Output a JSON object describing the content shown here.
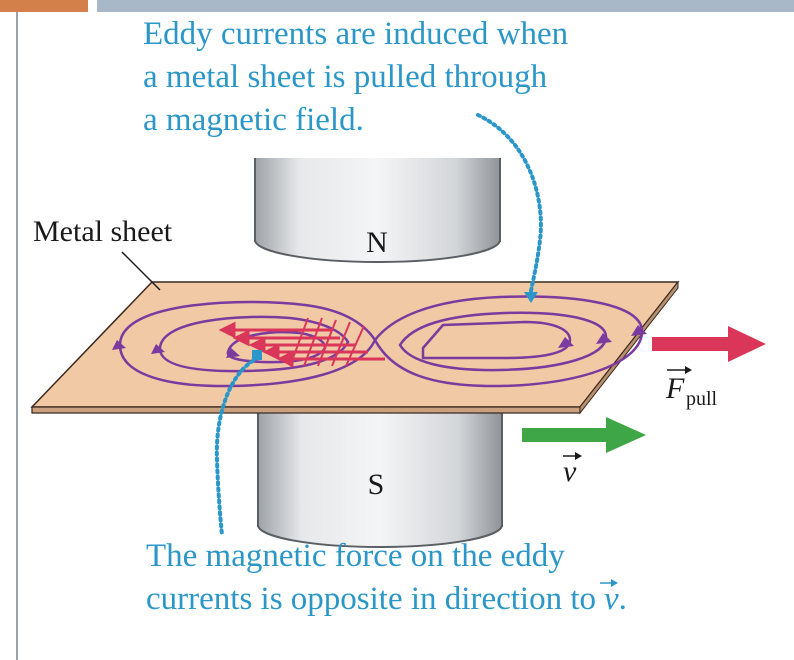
{
  "caption_top": {
    "line1": "Eddy currents are induced when",
    "line2": "a metal sheet is pulled through",
    "line3": "a magnetic field."
  },
  "labels": {
    "metal_sheet": "Metal sheet",
    "north_pole": "N",
    "south_pole": "S",
    "force_symbol": "F",
    "force_subscript": "pull",
    "velocity_symbol": "v"
  },
  "caption_bottom": {
    "line1": "The magnetic force on the eddy",
    "line2": "currents is opposite in direction to",
    "line2_symbol": "v",
    "line2_end": "."
  },
  "colors": {
    "caption": "#2b97c8",
    "sheet": "#f2c9a5",
    "eddy_current": "#7b3a9e",
    "force_arrow": "#d9365a",
    "velocity_arrow": "#3ea647",
    "magnet": "#d6d9dc"
  }
}
